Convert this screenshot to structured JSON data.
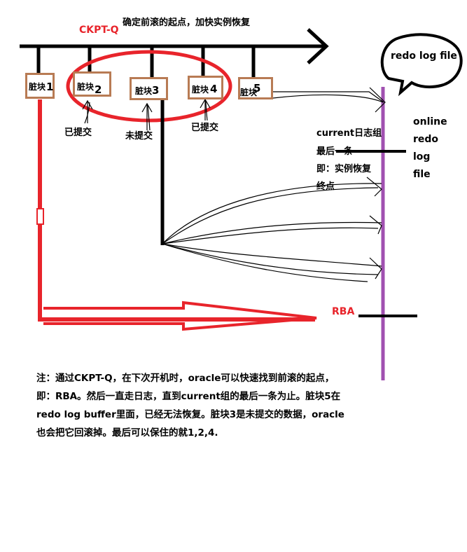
{
  "timeline": {
    "ckpt_label": "CKPT-Q",
    "ckpt_desc": "确定前滚的起点，加快实例恢复"
  },
  "bubble": {
    "label": "redo log file"
  },
  "blocks": [
    {
      "label": "脏块",
      "num": "1"
    },
    {
      "label": "脏块",
      "num": "2"
    },
    {
      "label": "脏块",
      "num": "3"
    },
    {
      "label": "脏块",
      "num": "4"
    },
    {
      "label": "脏块",
      "num": "5"
    }
  ],
  "states": {
    "b2": "已提交",
    "b3": "未提交",
    "b4": "已提交"
  },
  "current_note": {
    "line1": "current日志组",
    "line2": "最后一条",
    "line3": "即：实例恢复",
    "line4": "终点"
  },
  "online": [
    "online",
    "redo",
    "log",
    "file"
  ],
  "rba_label": "RBA",
  "note_lines": [
    "注：通过CKPT-Q，在下次开机时，oracle可以快速找到前滚的起点，",
    "即：RBA。然后一直走日志，直到current组的最后一条为止。脏块5在",
    "redo log buffer里面，已经无法恢复。脏块3是未提交的数据，oracle",
    "也会把它回滚掉。最后可以保住的就1,2,4."
  ],
  "colors": {
    "block_border": "#b87b54",
    "red": "#e8242b",
    "purple": "#a050b0",
    "black": "#000000"
  }
}
